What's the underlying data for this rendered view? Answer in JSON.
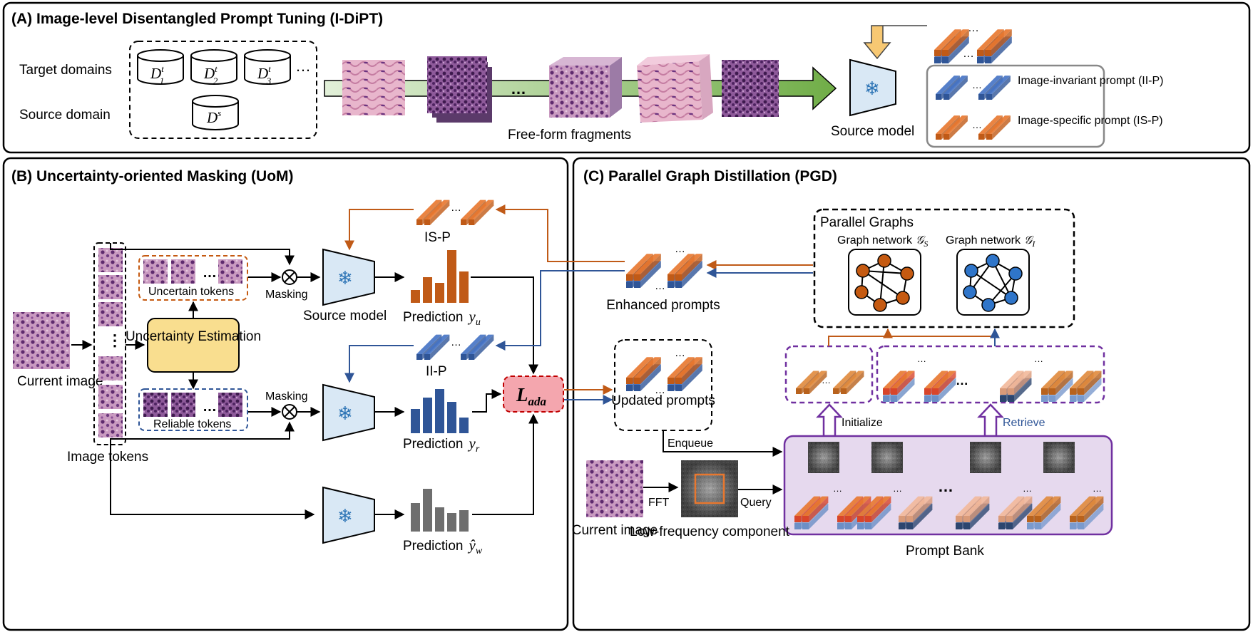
{
  "panelA": {
    "title": "(A) Image-level Disentangled Prompt Tuning (I-DiPT)",
    "target_label": "Target domains",
    "source_label": "Source domain",
    "db_target": [
      "D",
      "D",
      "D"
    ],
    "db_target_sup": [
      "t",
      "t",
      "t"
    ],
    "db_target_sub": [
      "1",
      "2",
      "3"
    ],
    "db_source": "D",
    "db_source_sup": "s",
    "ellipsis": "…",
    "fragments_label": "Free-form fragments",
    "source_model_label": "Source model",
    "legend_iip": "Image-invariant prompt (II-P)",
    "legend_isp": "Image-specific prompt (IS-P)"
  },
  "panelB": {
    "title": "(B) Uncertainty-oriented Masking (UoM)",
    "current_image": "Current image",
    "image_tokens": "Image tokens",
    "uncertainty_estimation": "Uncertainty Estimation",
    "uncertain_tokens": "Uncertain tokens",
    "reliable_tokens": "Reliable tokens",
    "masking_top": "Masking",
    "masking_bottom": "Masking",
    "source_model": "Source model",
    "isp": "IS-P",
    "iip": "II-P",
    "pred_u": "Prediction",
    "pred_u_var": "y",
    "pred_u_sub": "u",
    "pred_r": "Prediction",
    "pred_r_var": "y",
    "pred_r_sub": "r",
    "pred_w": "Prediction",
    "pred_w_var": "ŷ",
    "pred_w_sub": "w",
    "loss": "L",
    "loss_sub": "ada"
  },
  "panelC": {
    "title": "(C) Parallel Graph Distillation (PGD)",
    "parallel_graphs": "Parallel Graphs",
    "graph_s": "Graph network",
    "graph_s_sym": "𝒢",
    "graph_s_sub": "S",
    "graph_i": "Graph network",
    "graph_i_sym": "𝒢",
    "graph_i_sub": "I",
    "enhanced_prompts": "Enhanced prompts",
    "updated_prompts": "Updated prompts",
    "initialize": "Initialize",
    "retrieve": "Retrieve",
    "enqueue": "Enqueue",
    "fft": "FFT",
    "query": "Query",
    "current_image": "Current image",
    "low_freq": "Low-frequency component",
    "prompt_bank": "Prompt Bank"
  },
  "colors": {
    "orange": "#E8772E",
    "orange_dark": "#C05A17",
    "blue": "#4472C4",
    "blue_dark": "#2F5597",
    "purple": "#7030A0",
    "uncertainty_fill": "#F9DE8F",
    "uncertainty_stroke": "#000000",
    "loss_fill": "#F4A6AE",
    "loss_stroke": "#C00000",
    "model_fill": "#D9E8F5",
    "bank_fill": "#E6D9EE",
    "arrow_green": "#70AD47",
    "yellow_arrow": "#F7C873",
    "histology": "#B87AA8"
  },
  "icons": [
    "snowflake-icon",
    "database-icon",
    "histogram-icon",
    "graph-icon",
    "otimes-icon"
  ]
}
